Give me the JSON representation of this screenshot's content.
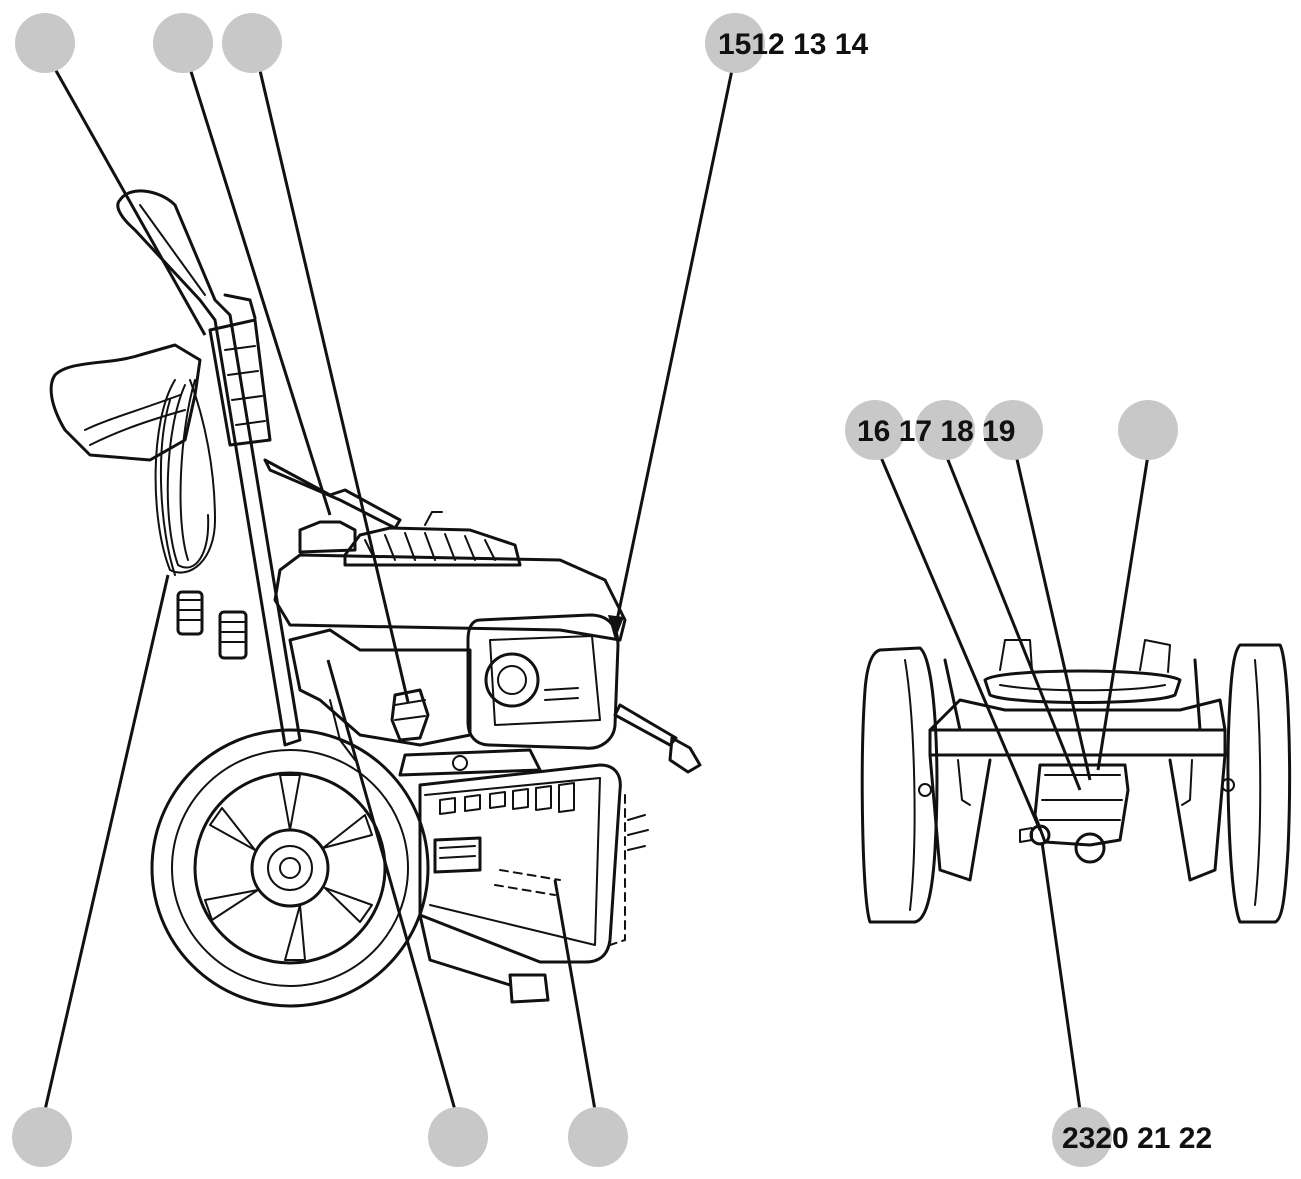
{
  "colors": {
    "background": "#ffffff",
    "line": "#111111",
    "callout_circle": "#c8c8c8"
  },
  "callouts": {
    "top_right_label": "1512 13 14",
    "right_view_top_label": "16 17 18 19",
    "bottom_right_label": "2320 21 22"
  }
}
